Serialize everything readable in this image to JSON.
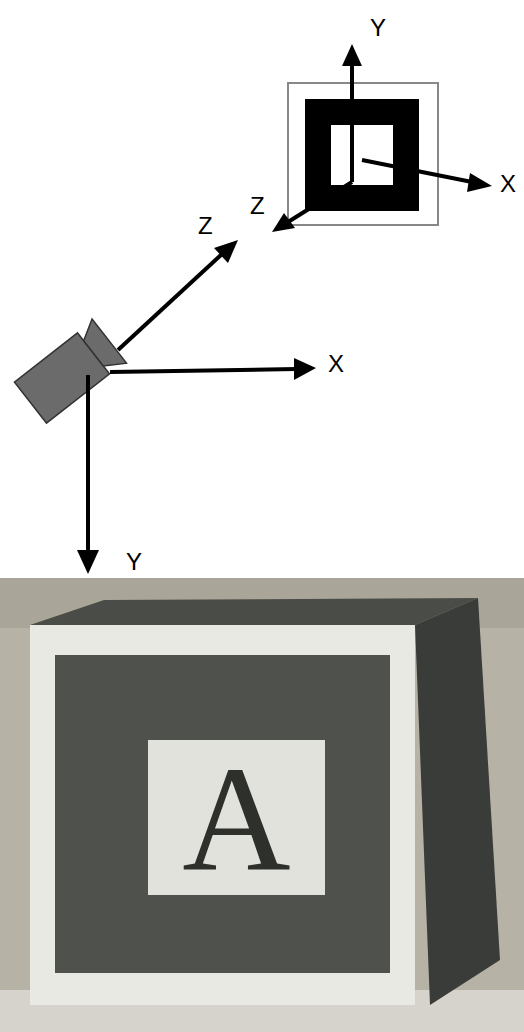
{
  "diagram": {
    "labels": [
      "Y",
      "X",
      "Z",
      "Z",
      "X",
      "Y",
      "A"
    ]
  }
}
